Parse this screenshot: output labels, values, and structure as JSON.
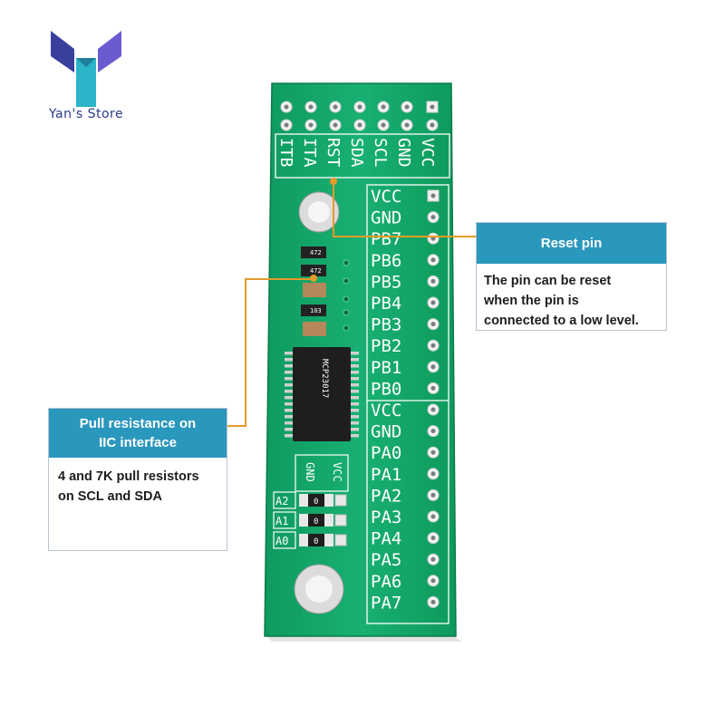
{
  "brand": {
    "store_name": "Yan's Store",
    "logo_colors": [
      "#3a3f9c",
      "#2bb5c8",
      "#6b5bd1"
    ]
  },
  "board": {
    "color": "#12a66a",
    "top_header_labels": [
      "VCC",
      "GND",
      "SCL",
      "SDA",
      "RST",
      "ITA",
      "ITB"
    ],
    "right_pin_labels": [
      "VCC",
      "GND",
      "PB7",
      "PB6",
      "PB5",
      "PB4",
      "PB3",
      "PB2",
      "PB1",
      "PB0",
      "VCC",
      "GND",
      "PA0",
      "PA1",
      "PA2",
      "PA3",
      "PA4",
      "PA5",
      "PA6",
      "PA7"
    ],
    "address_labels": [
      "A2",
      "A1",
      "A0"
    ],
    "address_values": [
      "0",
      "0",
      "0"
    ],
    "bottom_small_labels": [
      "GND",
      "VCC"
    ],
    "resistor_codes": [
      "472",
      "472",
      "103"
    ],
    "chip_text": "MCP23017"
  },
  "callouts": {
    "reset": {
      "title": "Reset pin",
      "lines": [
        "The pin can be reset",
        "when the pin is",
        "connected to a low level."
      ]
    },
    "pull": {
      "title_lines": [
        "Pull resistance on",
        "IIC interface"
      ],
      "lines": [
        "4 and 7K pull resistors",
        "on SCL and SDA"
      ]
    }
  },
  "accent": "#e59a2a",
  "header_color": "#2a97bd"
}
